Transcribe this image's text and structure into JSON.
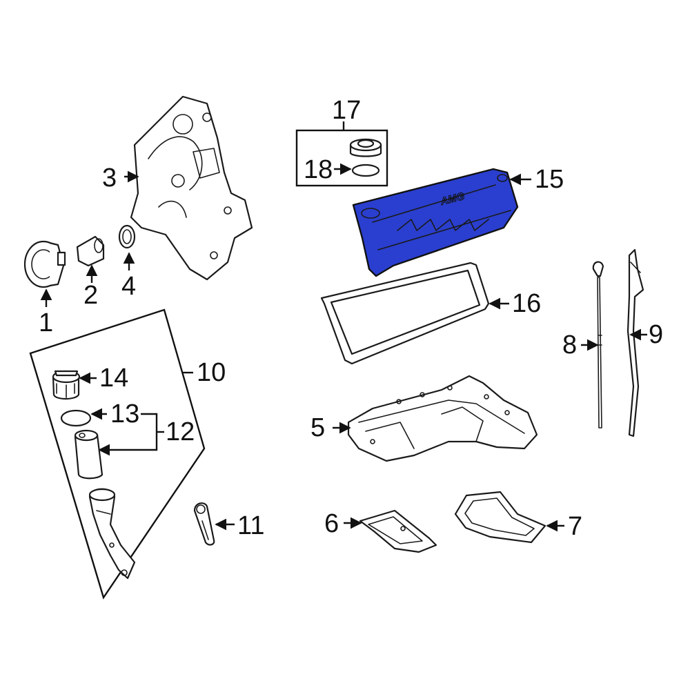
{
  "diagram": {
    "callouts": {
      "c1": "1",
      "c2": "2",
      "c3": "3",
      "c4": "4",
      "c5": "5",
      "c6": "6",
      "c7": "7",
      "c8": "8",
      "c9": "9",
      "c10": "10",
      "c11": "11",
      "c12": "12",
      "c13": "13",
      "c14": "14",
      "c15": "15",
      "c16": "16",
      "c17": "17",
      "c18": "18"
    },
    "logo_text": "AMG"
  },
  "colors": {
    "highlight_part": "#2a3fcf",
    "line": "#1a1a1a",
    "background": "#ffffff"
  }
}
